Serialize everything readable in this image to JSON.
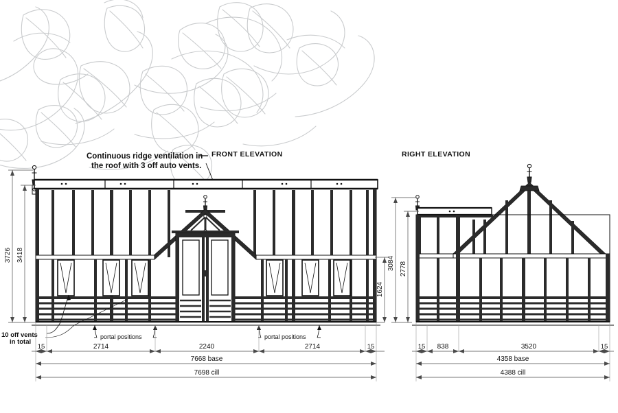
{
  "drawing": {
    "background_color": "#ffffff",
    "line_color": "#1a1a1a",
    "dimension_color": "#4a4a4a",
    "watermark_color": "#c9cbcd",
    "watermark_name": "leaf-vine-pattern"
  },
  "titles": {
    "front": "FRONT ELEVATION",
    "right": "RIGHT ELEVATION"
  },
  "annotations": {
    "ridge_vent_line1": "Continuous ridge ventilation in",
    "ridge_vent_line2": "the roof with 3 off auto vents.",
    "vents_line1": "10 off vents",
    "vents_line2": "in total",
    "portal_left": "portal positions",
    "portal_right": "portal positions"
  },
  "front_elevation": {
    "vertical_dimensions": [
      {
        "label": "3726",
        "meaning": "overall-height-to-finial"
      },
      {
        "label": "3418",
        "meaning": "height-to-ridge"
      },
      {
        "label": "1624",
        "meaning": "eaves-height"
      }
    ],
    "horizontal_dimensions": [
      {
        "label": "15"
      },
      {
        "label": "2714"
      },
      {
        "label": "2240"
      },
      {
        "label": "2714"
      },
      {
        "label": "15"
      }
    ],
    "overall_dimensions": [
      {
        "label": "7668 base"
      },
      {
        "label": "7698 cill"
      }
    ]
  },
  "right_elevation": {
    "vertical_dimensions": [
      {
        "label": "3084",
        "meaning": "height-to-apex"
      },
      {
        "label": "2778",
        "meaning": "height-to-lean-to-ridge"
      }
    ],
    "horizontal_dimensions": [
      {
        "label": "15"
      },
      {
        "label": "838"
      },
      {
        "label": "3520"
      },
      {
        "label": "15"
      }
    ],
    "overall_dimensions": [
      {
        "label": "4358 base"
      },
      {
        "label": "4388 cill"
      }
    ]
  }
}
